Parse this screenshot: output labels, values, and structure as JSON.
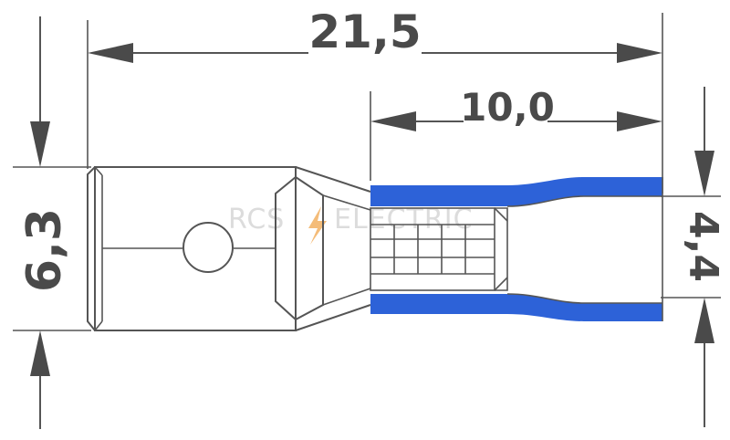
{
  "dimensions": {
    "total_length": "21,5",
    "insulation_length": "10,0",
    "blade_width": "6,3",
    "tube_diameter": "4,4"
  },
  "watermark": {
    "text_left": "RCS",
    "text_right": "ELECTRIC",
    "bolt_color": "#f0a040"
  },
  "colors": {
    "insulation": "#2d62d8",
    "line": "#555555",
    "text": "#4a4a4a"
  }
}
